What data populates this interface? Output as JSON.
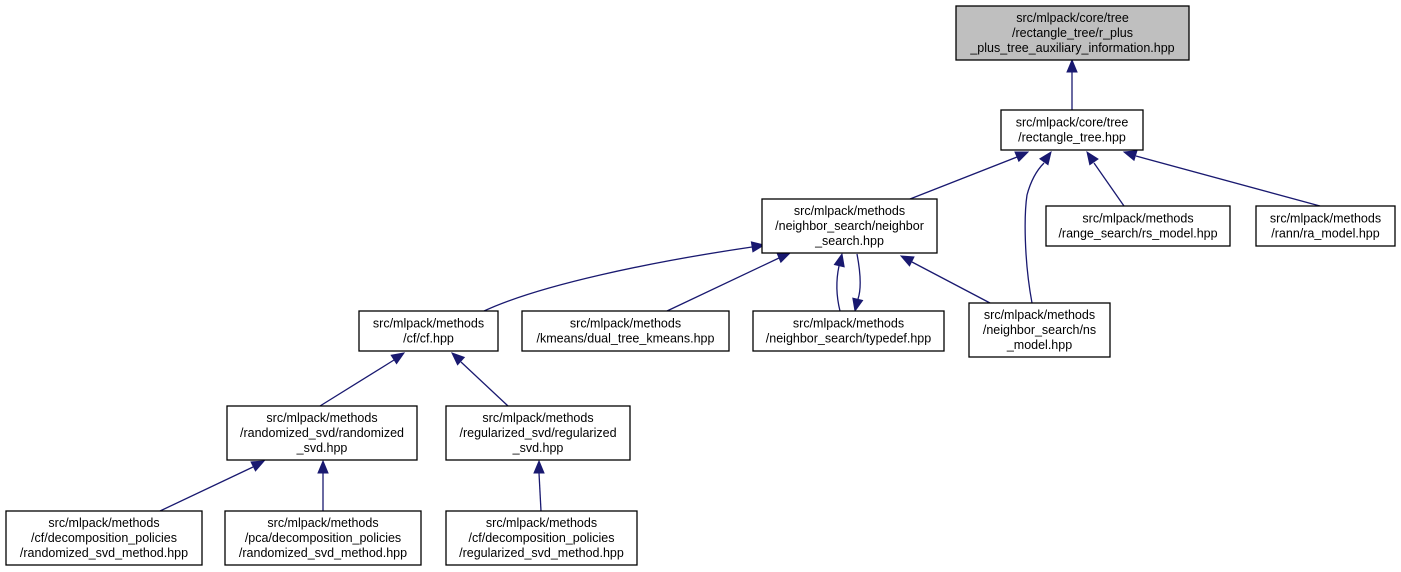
{
  "nodes": [
    {
      "id": "root",
      "lines": [
        "src/mlpack/core/tree",
        "/rectangle_tree/r_plus",
        "_plus_tree_auxiliary_information.hpp"
      ],
      "highlighted": true
    },
    {
      "id": "rect",
      "lines": [
        "src/mlpack/core/tree",
        "/rectangle_tree.hpp"
      ]
    },
    {
      "id": "ns",
      "lines": [
        "src/mlpack/methods",
        "/neighbor_search/neighbor",
        "_search.hpp"
      ]
    },
    {
      "id": "rs",
      "lines": [
        "src/mlpack/methods",
        "/range_search/rs_model.hpp"
      ]
    },
    {
      "id": "ra",
      "lines": [
        "src/mlpack/methods",
        "/rann/ra_model.hpp"
      ]
    },
    {
      "id": "cf",
      "lines": [
        "src/mlpack/methods",
        "/cf/cf.hpp"
      ]
    },
    {
      "id": "kmeans",
      "lines": [
        "src/mlpack/methods",
        "/kmeans/dual_tree_kmeans.hpp"
      ]
    },
    {
      "id": "typedef",
      "lines": [
        "src/mlpack/methods",
        "/neighbor_search/typedef.hpp"
      ]
    },
    {
      "id": "nsmodel",
      "lines": [
        "src/mlpack/methods",
        "/neighbor_search/ns",
        "_model.hpp"
      ]
    },
    {
      "id": "rsvd",
      "lines": [
        "src/mlpack/methods",
        "/randomized_svd/randomized",
        "_svd.hpp"
      ]
    },
    {
      "id": "regsvd",
      "lines": [
        "src/mlpack/methods",
        "/regularized_svd/regularized",
        "_svd.hpp"
      ]
    },
    {
      "id": "cfrsvd",
      "lines": [
        "src/mlpack/methods",
        "/cf/decomposition_policies",
        "/randomized_svd_method.hpp"
      ]
    },
    {
      "id": "pcarsvd",
      "lines": [
        "src/mlpack/methods",
        "/pca/decomposition_policies",
        "/randomized_svd_method.hpp"
      ]
    },
    {
      "id": "cfregsvd",
      "lines": [
        "src/mlpack/methods",
        "/cf/decomposition_policies",
        "/regularized_svd_method.hpp"
      ]
    }
  ],
  "edges": [
    {
      "from": "rect",
      "to": "root"
    },
    {
      "from": "ns",
      "to": "rect"
    },
    {
      "from": "rs",
      "to": "rect"
    },
    {
      "from": "ra",
      "to": "rect"
    },
    {
      "from": "nsmodel",
      "to": "rect"
    },
    {
      "from": "cf",
      "to": "ns"
    },
    {
      "from": "kmeans",
      "to": "ns"
    },
    {
      "from": "typedef",
      "to": "ns"
    },
    {
      "from": "ns",
      "to": "typedef"
    },
    {
      "from": "nsmodel",
      "to": "ns"
    },
    {
      "from": "rsvd",
      "to": "cf"
    },
    {
      "from": "regsvd",
      "to": "cf"
    },
    {
      "from": "cfrsvd",
      "to": "rsvd"
    },
    {
      "from": "pcarsvd",
      "to": "rsvd"
    },
    {
      "from": "cfregsvd",
      "to": "regsvd"
    }
  ],
  "colors": {
    "edge": "#191970",
    "highlighted_fill": "#bfbfbf",
    "node_fill": "#ffffff",
    "border": "#000000"
  }
}
